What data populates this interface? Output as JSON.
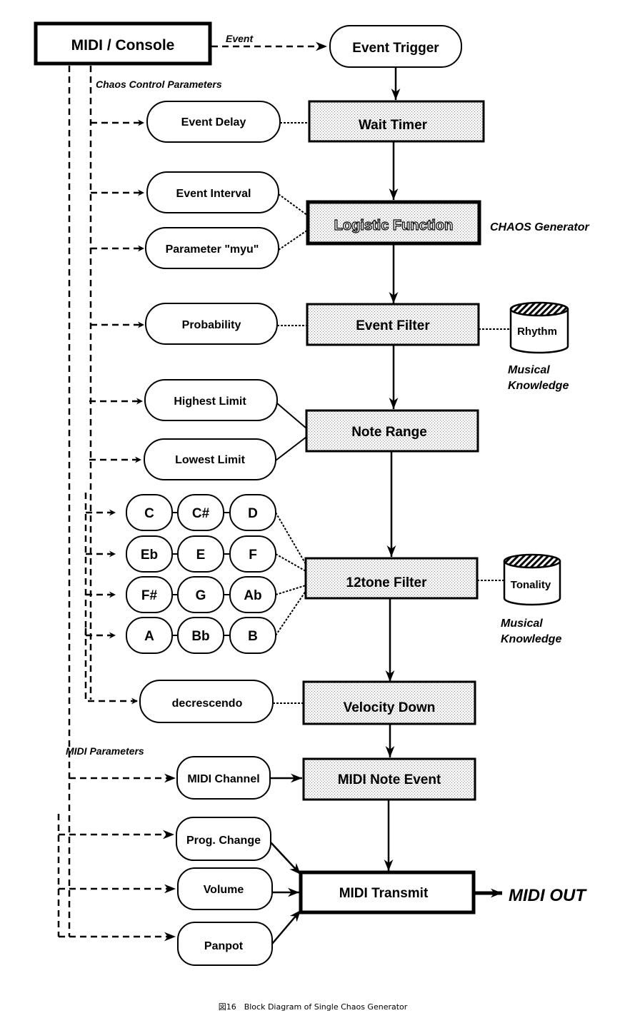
{
  "source": {
    "label": "MIDI / Console"
  },
  "annotations": {
    "event": "Event",
    "chaos_control_parameters": "Chaos Control Parameters",
    "midi_parameters": "MIDI Parameters",
    "chaos_generator": "CHAOS Generator",
    "midi_out": "MIDI OUT"
  },
  "main_blocks": {
    "event_trigger": "Event Trigger",
    "wait_timer": "Wait Timer",
    "logistic_function": "Logistic Function",
    "event_filter": "Event Filter",
    "note_range": "Note Range",
    "twelve_tone_filter": "12tone Filter",
    "velocity_down": "Velocity Down",
    "midi_note_event": "MIDI Note Event",
    "midi_transmit": "MIDI Transmit"
  },
  "parameters": {
    "event_delay": "Event Delay",
    "event_interval": "Event Interval",
    "parameter_myu": "Parameter \"myu\"",
    "probability": "Probability",
    "highest_limit": "Highest Limit",
    "lowest_limit": "Lowest Limit",
    "decrescendo": "decrescendo",
    "midi_channel": "MIDI Channel",
    "prog_change": "Prog. Change",
    "volume": "Volume",
    "panpot": "Panpot"
  },
  "tones": [
    [
      "C",
      "C#",
      "D"
    ],
    [
      "Eb",
      "E",
      "F"
    ],
    [
      "F#",
      "G",
      "Ab"
    ],
    [
      "A",
      "Bb",
      "B"
    ]
  ],
  "knowledge": {
    "rhythm": "Rhythm",
    "tonality": "Tonality",
    "caption_line1": "Musical",
    "caption_line2": "Knowledge"
  },
  "figure_caption": "図16　Block Diagram of Single Chaos Generator"
}
